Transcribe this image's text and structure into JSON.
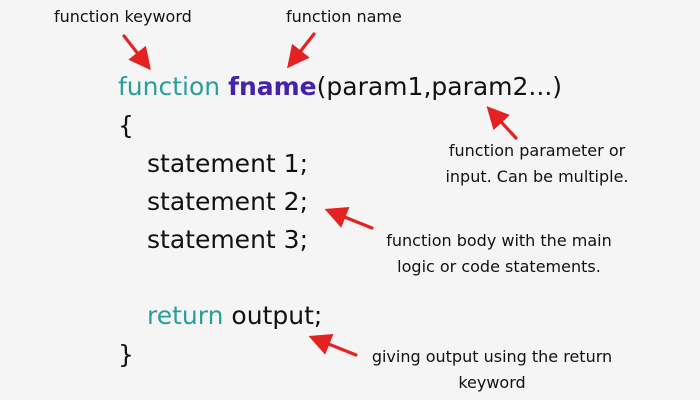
{
  "annotations": {
    "keyword": "function keyword",
    "name": "function name",
    "param_line1": "function parameter or",
    "param_line2": "input. Can be multiple.",
    "body_line1": "function body with the main",
    "body_line2": "logic or code statements.",
    "return_line1": "giving output using the return",
    "return_line2": "keyword"
  },
  "code": {
    "function_keyword": "function",
    "function_name": "fname",
    "params": "(param1,param2...)",
    "open_brace": "{",
    "statement1": "statement 1;",
    "statement2": "statement 2;",
    "statement3": "statement 3;",
    "return_keyword": "return",
    "return_value": "output;",
    "close_brace": "}"
  },
  "colors": {
    "keyword": "#2a9e9b",
    "function_name": "#4422aa",
    "arrow": "#e52222",
    "background": "#f5f5f5"
  }
}
